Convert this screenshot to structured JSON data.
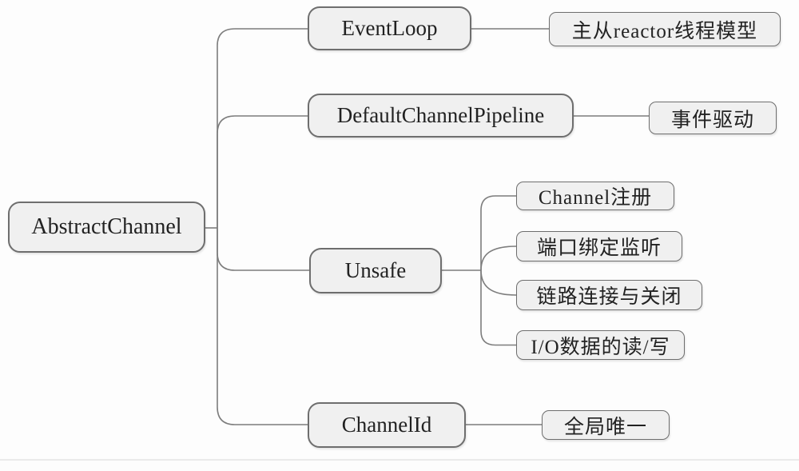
{
  "diagram": {
    "type": "mind-map",
    "root_label": "AbstractChannel",
    "structure": [
      {
        "parent": "AbstractChannel",
        "child": "EventLoop"
      },
      {
        "parent": "EventLoop",
        "child": "主从reactor线程模型"
      },
      {
        "parent": "AbstractChannel",
        "child": "DefaultChannelPipeline"
      },
      {
        "parent": "DefaultChannelPipeline",
        "child": "事件驱动"
      },
      {
        "parent": "AbstractChannel",
        "child": "Unsafe"
      },
      {
        "parent": "Unsafe",
        "child": "Channel注册"
      },
      {
        "parent": "Unsafe",
        "child": "端口绑定监听"
      },
      {
        "parent": "Unsafe",
        "child": "链路连接与关闭"
      },
      {
        "parent": "Unsafe",
        "child": "I/O数据的读/写"
      },
      {
        "parent": "AbstractChannel",
        "child": "ChannelId"
      },
      {
        "parent": "ChannelId",
        "child": "全局唯一"
      }
    ]
  },
  "nodes": {
    "abstract_channel": {
      "label": "AbstractChannel"
    },
    "event_loop": {
      "label": "EventLoop"
    },
    "reactor_model": {
      "label": "主从reactor线程模型"
    },
    "default_channel_pipeline": {
      "label": "DefaultChannelPipeline"
    },
    "event_driven": {
      "label": "事件驱动"
    },
    "unsafe": {
      "label": "Unsafe"
    },
    "channel_register": {
      "label": "Channel注册"
    },
    "port_bind_listen": {
      "label": "端口绑定监听"
    },
    "link_connect_close": {
      "label": "链路连接与关闭"
    },
    "io_read_write": {
      "label": "I/O数据的读/写"
    },
    "channel_id": {
      "label": "ChannelId"
    },
    "global_unique": {
      "label": "全局唯一"
    }
  },
  "colors": {
    "node_fill": "#f0f0f0",
    "node_border": "#6e6e6e",
    "connector": "#7d7d7d",
    "text": "#222222",
    "bottom_rule": "#dedede",
    "background": "#fdfdfd"
  }
}
